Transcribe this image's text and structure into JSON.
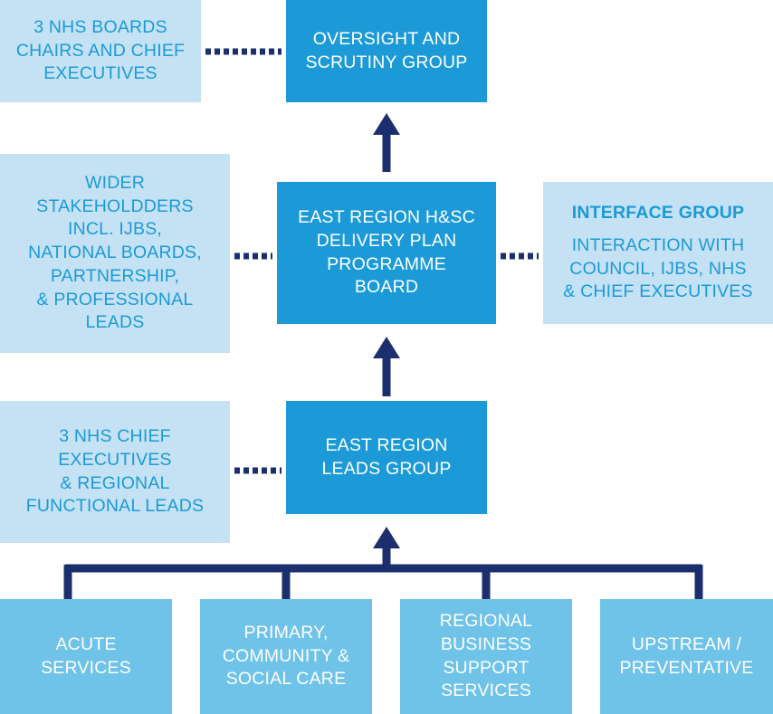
{
  "colors": {
    "light_box": "#c4e2f4",
    "dark_box": "#1b9ad7",
    "mid_box": "#6fc2e8",
    "connector": "#1b2f6e"
  },
  "boxes": {
    "nhs_boards": {
      "lines": [
        "3 NHS BOARDS",
        "CHAIRS AND CHIEF",
        "EXECUTIVES"
      ]
    },
    "oversight": {
      "lines": [
        "OVERSIGHT AND",
        "SCRUTINY GROUP"
      ]
    },
    "wider_stakeholders": {
      "lines": [
        "WIDER",
        "STAKEHOLDDERS",
        "INCL. IJBS,",
        "NATIONAL BOARDS,",
        "PARTNERSHIP,",
        "& PROFESSIONAL",
        "LEADS"
      ]
    },
    "programme_board": {
      "lines": [
        "EAST REGION H&SC",
        "DELIVERY PLAN",
        "PROGRAMME",
        "BOARD"
      ]
    },
    "interface": {
      "heading": "INTERFACE GROUP",
      "lines": [
        "INTERACTION WITH",
        "COUNCIL, IJBS, NHS",
        "& CHIEF EXECUTIVES"
      ]
    },
    "nhs_chief": {
      "lines": [
        "3 NHS CHIEF",
        "EXECUTIVES",
        "& REGIONAL",
        "FUNCTIONAL LEADS"
      ]
    },
    "leads_group": {
      "lines": [
        "EAST REGION",
        "LEADS GROUP"
      ]
    },
    "acute": {
      "lines": [
        "ACUTE",
        "SERVICES"
      ]
    },
    "primary": {
      "lines": [
        "PRIMARY,",
        "COMMUNITY &",
        "SOCIAL CARE"
      ]
    },
    "business": {
      "lines": [
        "REGIONAL",
        "BUSINESS",
        "SUPPORT",
        "SERVICES"
      ]
    },
    "upstream": {
      "lines": [
        "UPSTREAM /",
        "PREVENTATIVE"
      ]
    }
  }
}
